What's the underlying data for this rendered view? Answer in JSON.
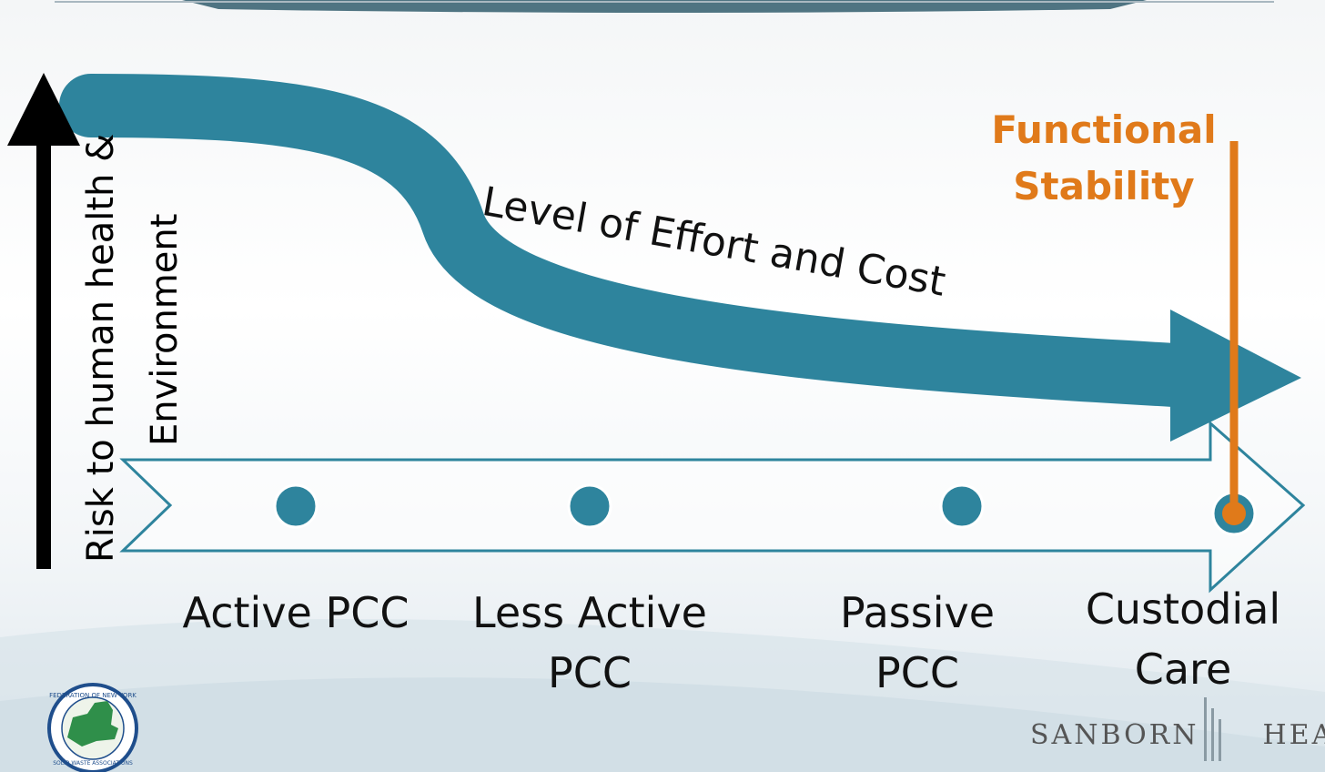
{
  "diagram": {
    "y_axis_label_line1": "Risk to human health &",
    "y_axis_label_line2": "Environment",
    "curve_label": "Level of Effort and Cost",
    "milestone": {
      "line1": "Functional",
      "line2": "Stability",
      "color": "#e07a1a"
    },
    "stages": [
      {
        "line1": "Active PCC",
        "line2": ""
      },
      {
        "line1": "Less Active",
        "line2": "PCC"
      },
      {
        "line1": "Passive",
        "line2": "PCC"
      },
      {
        "line1": "Custodial",
        "line2": "Care"
      }
    ],
    "colors": {
      "teal": "#2e849d",
      "orange": "#e07a1a",
      "axis": "#000000"
    }
  },
  "logos": {
    "left_logo_ring_text": "Federation of New York Solid Waste Associations",
    "right_logo_word1": "SANBORN",
    "right_logo_word2": "HEAD"
  }
}
